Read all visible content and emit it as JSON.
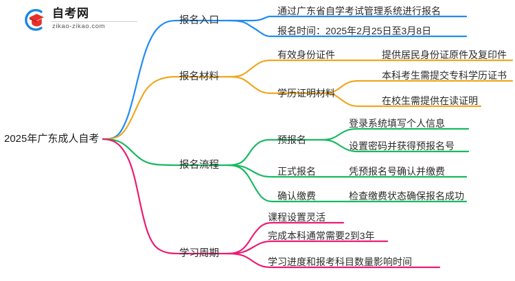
{
  "brand": {
    "name": "自考网",
    "url": "zikao-zikao.com",
    "mark_colors": {
      "arc": "#1a86e0",
      "cap": "#e8312a",
      "cap_dark": "#c0241e"
    }
  },
  "colors": {
    "blue": "#1f8bf5",
    "orange": "#efa71e",
    "green": "#16b95e",
    "pink": "#ec1a72",
    "text": "#2b2b2b"
  },
  "mindmap": {
    "root": "2025年广东成人自考",
    "branches": [
      {
        "label": "报名入口",
        "color": "#1f8bf5",
        "children": [
          {
            "label": "通过广东省自学考试管理系统进行报名",
            "children": []
          },
          {
            "label": "报名时间：2025年2月25日至3月8日",
            "children": []
          }
        ]
      },
      {
        "label": "报名材料",
        "color": "#efa71e",
        "children": [
          {
            "label": "有效身份证件",
            "children": [
              {
                "label": "提供居民身份证原件及复印件"
              }
            ]
          },
          {
            "label": "学历证明材料",
            "children": [
              {
                "label": "本科考生需提交专科学历证书"
              },
              {
                "label": "在校生需提供在读证明"
              }
            ]
          }
        ]
      },
      {
        "label": "报名流程",
        "color": "#16b95e",
        "children": [
          {
            "label": "预报名",
            "children": [
              {
                "label": "登录系统填写个人信息"
              },
              {
                "label": "设置密码并获得预报名号"
              }
            ]
          },
          {
            "label": "正式报名",
            "children": [
              {
                "label": "凭预报名号确认并缴费"
              }
            ]
          },
          {
            "label": "确认缴费",
            "children": [
              {
                "label": "检查缴费状态确保报名成功"
              }
            ]
          }
        ]
      },
      {
        "label": "学习周期",
        "color": "#ec1a72",
        "children": [
          {
            "label": "课程设置灵活",
            "children": []
          },
          {
            "label": "完成本科通常需要2到3年",
            "children": []
          },
          {
            "label": "学习进度和报考科目数量影响时间",
            "children": []
          }
        ]
      }
    ]
  }
}
